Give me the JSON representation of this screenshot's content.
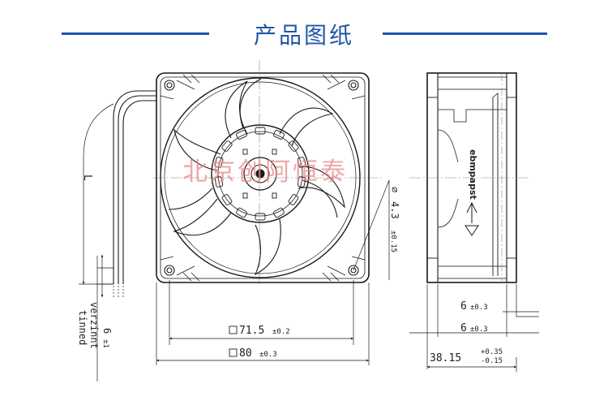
{
  "header": {
    "title": "产品图纸",
    "accent_color": "#1f56a8"
  },
  "watermark": {
    "text": "北京创阿恒泰",
    "color": "#e88a8a"
  },
  "drawing": {
    "front_view": {
      "cable_length_label": "L",
      "hole_label": "4.3",
      "hole_tol": "±0.15",
      "dim_inner_value": "71.5",
      "dim_inner_tol": "±0.2",
      "dim_outer_value": "80",
      "dim_outer_tol": "±0.3",
      "wire_note_1": "verzinnt",
      "wire_note_2": "tinned",
      "wire_dim": "6",
      "wire_dim_tol": "±1"
    },
    "side_view": {
      "brand_label": "ebmpapst",
      "dim_top_value": "6",
      "dim_top_tol": "±0.3",
      "dim_mid_value": "6",
      "dim_mid_tol": "±0.3",
      "dim_depth_value": "38.15",
      "dim_depth_tol_plus": "+0.35",
      "dim_depth_tol_minus": "-0.15"
    }
  }
}
